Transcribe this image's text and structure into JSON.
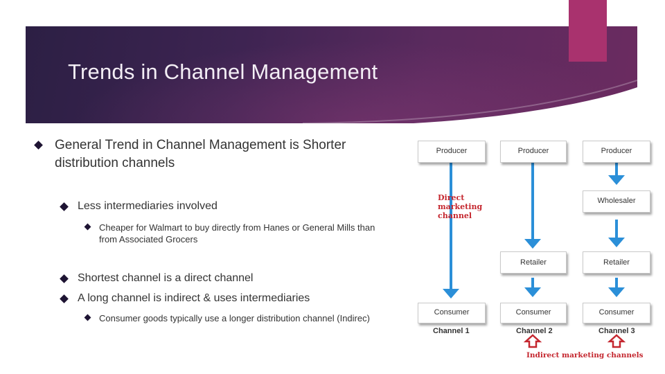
{
  "slide": {
    "title": "Trends in Channel Management",
    "bullets": [
      {
        "level": 1,
        "text": "General Trend in Channel Management is Shorter distribution channels"
      },
      {
        "level": 2,
        "text": "Less intermediaries involved"
      },
      {
        "level": 3,
        "text": "Cheaper for Walmart to buy directly from Hanes or General Mills than from Associated Grocers"
      },
      {
        "level": 2,
        "text": "Shortest channel is a direct channel"
      },
      {
        "level": 2,
        "text": "A long channel is indirect & uses intermediaries"
      },
      {
        "level": 3,
        "text": "Consumer goods typically use a longer distribution channel (Indirec)"
      }
    ]
  },
  "diagram": {
    "direct_label": "Direct marketing channel",
    "indirect_label": "Indirect marketing channels",
    "channels": [
      {
        "label": "Channel 1",
        "boxes": [
          "Producer",
          "Consumer"
        ]
      },
      {
        "label": "Channel 2",
        "boxes": [
          "Producer",
          "Retailer",
          "Consumer"
        ]
      },
      {
        "label": "Channel 3",
        "boxes": [
          "Producer",
          "Wholesaler",
          "Retailer",
          "Consumer"
        ]
      }
    ]
  },
  "colors": {
    "banner": "#3e2452",
    "accent": "#a9326e",
    "arrow_blue": "#2b8fd8",
    "indirect_red": "#c4262e"
  }
}
